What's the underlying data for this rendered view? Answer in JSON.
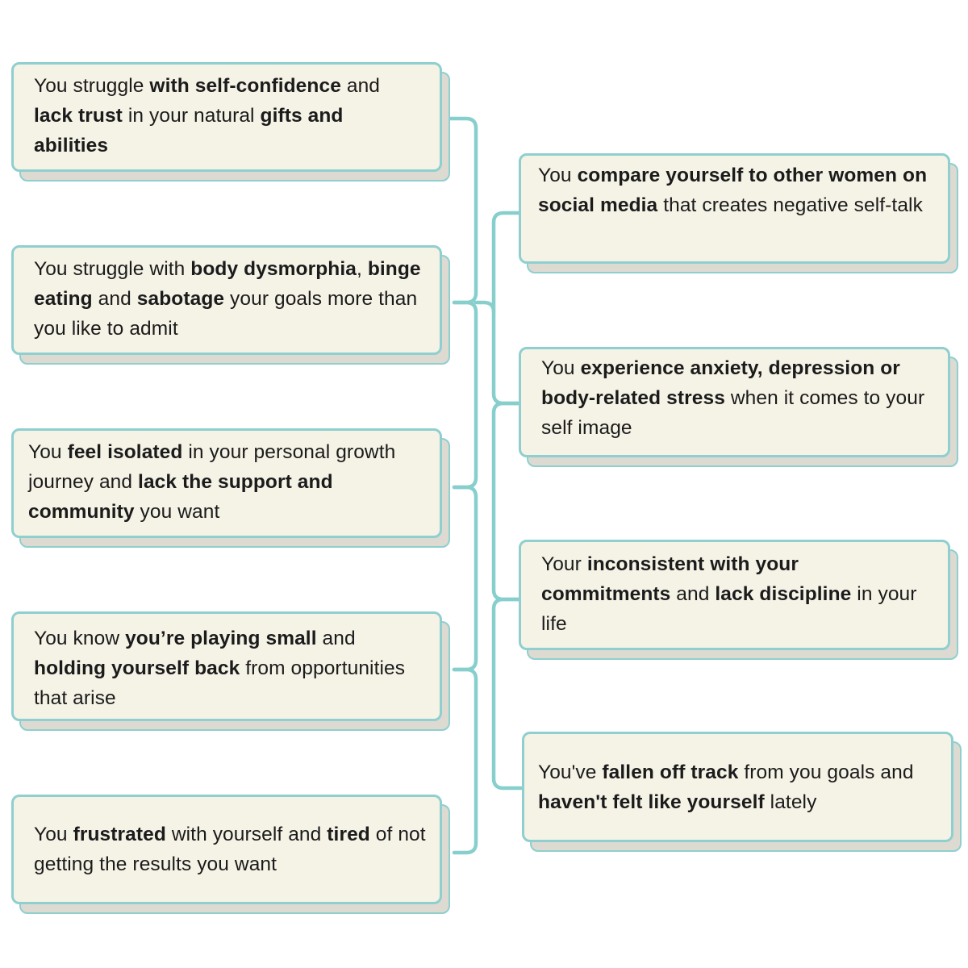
{
  "colors": {
    "connector": "#86cfcd",
    "box_border": "#8fcfcf",
    "box_fill": "#f5f2e6",
    "box_shadow": "#dddad2",
    "text": "#1b1b1b"
  },
  "left_column": [
    {
      "id": "self-confidence",
      "segments": [
        {
          "text": "You struggle ",
          "bold": false
        },
        {
          "text": "with self-confidence",
          "bold": true
        },
        {
          "text": " and ",
          "bold": false
        },
        {
          "text": "lack trust",
          "bold": true
        },
        {
          "text": " in your natural ",
          "bold": false
        },
        {
          "text": "gifts and abilities",
          "bold": true
        }
      ]
    },
    {
      "id": "body-dysmorphia",
      "segments": [
        {
          "text": "You struggle with ",
          "bold": false
        },
        {
          "text": "body dysmorphia",
          "bold": true
        },
        {
          "text": ", ",
          "bold": false
        },
        {
          "text": "binge eating",
          "bold": true
        },
        {
          "text": " and ",
          "bold": false
        },
        {
          "text": "sabotage",
          "bold": true
        },
        {
          "text": " your goals more than you like to admit",
          "bold": false
        }
      ]
    },
    {
      "id": "feel-isolated",
      "segments": [
        {
          "text": "You ",
          "bold": false
        },
        {
          "text": "feel isolated",
          "bold": true
        },
        {
          "text": " in your personal growth journey and ",
          "bold": false
        },
        {
          "text": "lack the support and community",
          "bold": true
        },
        {
          "text": " you want",
          "bold": false
        }
      ]
    },
    {
      "id": "playing-small",
      "segments": [
        {
          "text": "You know ",
          "bold": false
        },
        {
          "text": "you’re playing small",
          "bold": true
        },
        {
          "text": " and ",
          "bold": false
        },
        {
          "text": "holding yourself back",
          "bold": true
        },
        {
          "text": " from opportunities that arise",
          "bold": false
        }
      ]
    },
    {
      "id": "frustrated",
      "segments": [
        {
          "text": "You ",
          "bold": false
        },
        {
          "text": "frustrated",
          "bold": true
        },
        {
          "text": " with yourself and ",
          "bold": false
        },
        {
          "text": "tired",
          "bold": true
        },
        {
          "text": " of not getting the results you want",
          "bold": false
        }
      ]
    }
  ],
  "right_column": [
    {
      "id": "compare-yourself",
      "segments": [
        {
          "text": "You ",
          "bold": false
        },
        {
          "text": "compare yourself to other women on social media",
          "bold": true
        },
        {
          "text": " that creates negative self-talk",
          "bold": false
        }
      ]
    },
    {
      "id": "anxiety-depression",
      "segments": [
        {
          "text": "You ",
          "bold": false
        },
        {
          "text": "experience anxiety, depression or body-related stress",
          "bold": true
        },
        {
          "text": " when it comes to your self image",
          "bold": false
        }
      ]
    },
    {
      "id": "inconsistent",
      "segments": [
        {
          "text": "Your ",
          "bold": false
        },
        {
          "text": "inconsistent with your commitments",
          "bold": true
        },
        {
          "text": " and ",
          "bold": false
        },
        {
          "text": "lack discipline",
          "bold": true
        },
        {
          "text": " in your life",
          "bold": false
        }
      ]
    },
    {
      "id": "fallen-off-track",
      "segments": [
        {
          "text": "You've ",
          "bold": false
        },
        {
          "text": "fallen off track",
          "bold": true
        },
        {
          "text": " from you goals and ",
          "bold": false
        },
        {
          "text": "haven't felt like yourself",
          "bold": true
        },
        {
          "text": " lately",
          "bold": false
        }
      ]
    }
  ]
}
